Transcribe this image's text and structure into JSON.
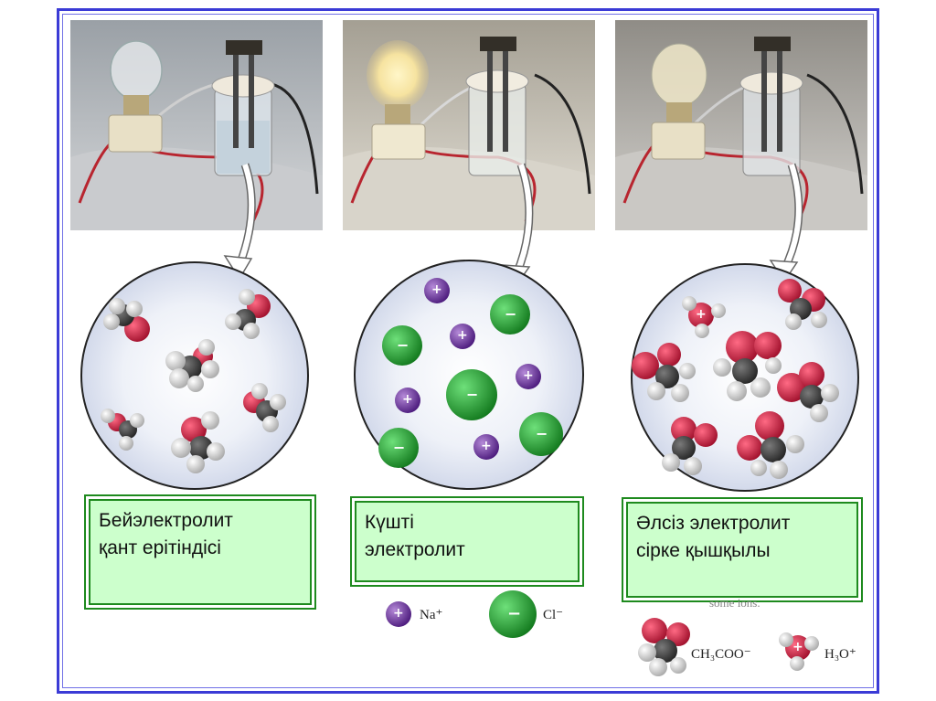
{
  "colors": {
    "frame": "#3b3bd6",
    "box_fill": "#ccffcc",
    "box_border": "#1e8a1e",
    "na_ion": "#6b2f9c",
    "cl_ion": "#1e9a2a",
    "oxygen": "#c0183a",
    "carbon": "#3a3a3a",
    "hydrogen": "#e6e6e6"
  },
  "panels": [
    {
      "photo": "lightbulb-off-apparatus",
      "label_lines": [
        "Бейэлектролит",
        "қант ерітіндісі"
      ]
    },
    {
      "photo": "lightbulb-bright-apparatus",
      "label_lines": [
        "Күшті",
        "электролит"
      ]
    },
    {
      "photo": "lightbulb-dim-apparatus",
      "label_lines": [
        "Әлсіз электролит",
        "сірке қышқылы"
      ]
    }
  ],
  "legend_middle": {
    "na": "Na⁺",
    "cl": "Cl⁻"
  },
  "legend_right": {
    "acetate": "CH₃COO⁻",
    "hydronium": "H₃O⁺",
    "partial_text": "some ions."
  },
  "ion_signs": {
    "plus": "+",
    "minus": "−"
  }
}
